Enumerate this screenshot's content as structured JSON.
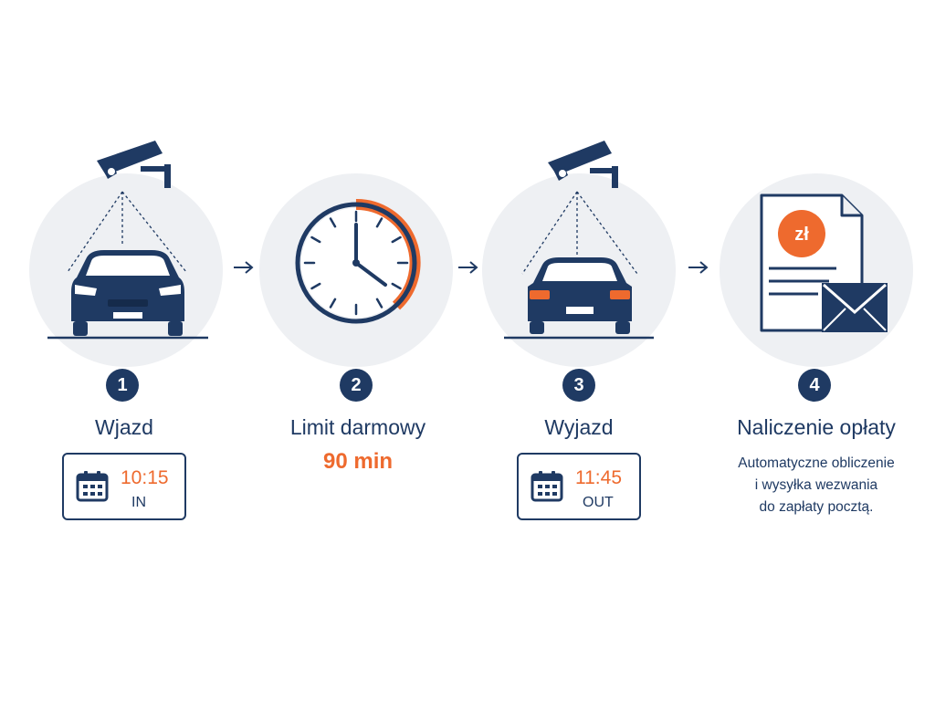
{
  "colors": {
    "navy": "#1f3a63",
    "orange": "#ee6a2e",
    "circle_bg": "#eef0f3"
  },
  "steps": [
    {
      "number": "1",
      "title": "Wjazd",
      "icon": "car-front-camera-icon",
      "entry_time": {
        "time": "10:15",
        "direction": "IN",
        "icon": "calendar-icon"
      }
    },
    {
      "number": "2",
      "title": "Limit darmowy",
      "icon": "clock-icon",
      "limit_value": "90 min"
    },
    {
      "number": "3",
      "title": "Wyjazd",
      "icon": "car-rear-camera-icon",
      "exit_time": {
        "time": "11:45",
        "direction": "OUT",
        "icon": "calendar-icon"
      }
    },
    {
      "number": "4",
      "title": "Naliczenie opłaty",
      "icon": "invoice-envelope-icon",
      "currency_symbol": "zł",
      "description": [
        "Automatyczne obliczenie",
        "i wysyłka wezwania",
        "do zapłaty pocztą."
      ]
    }
  ]
}
